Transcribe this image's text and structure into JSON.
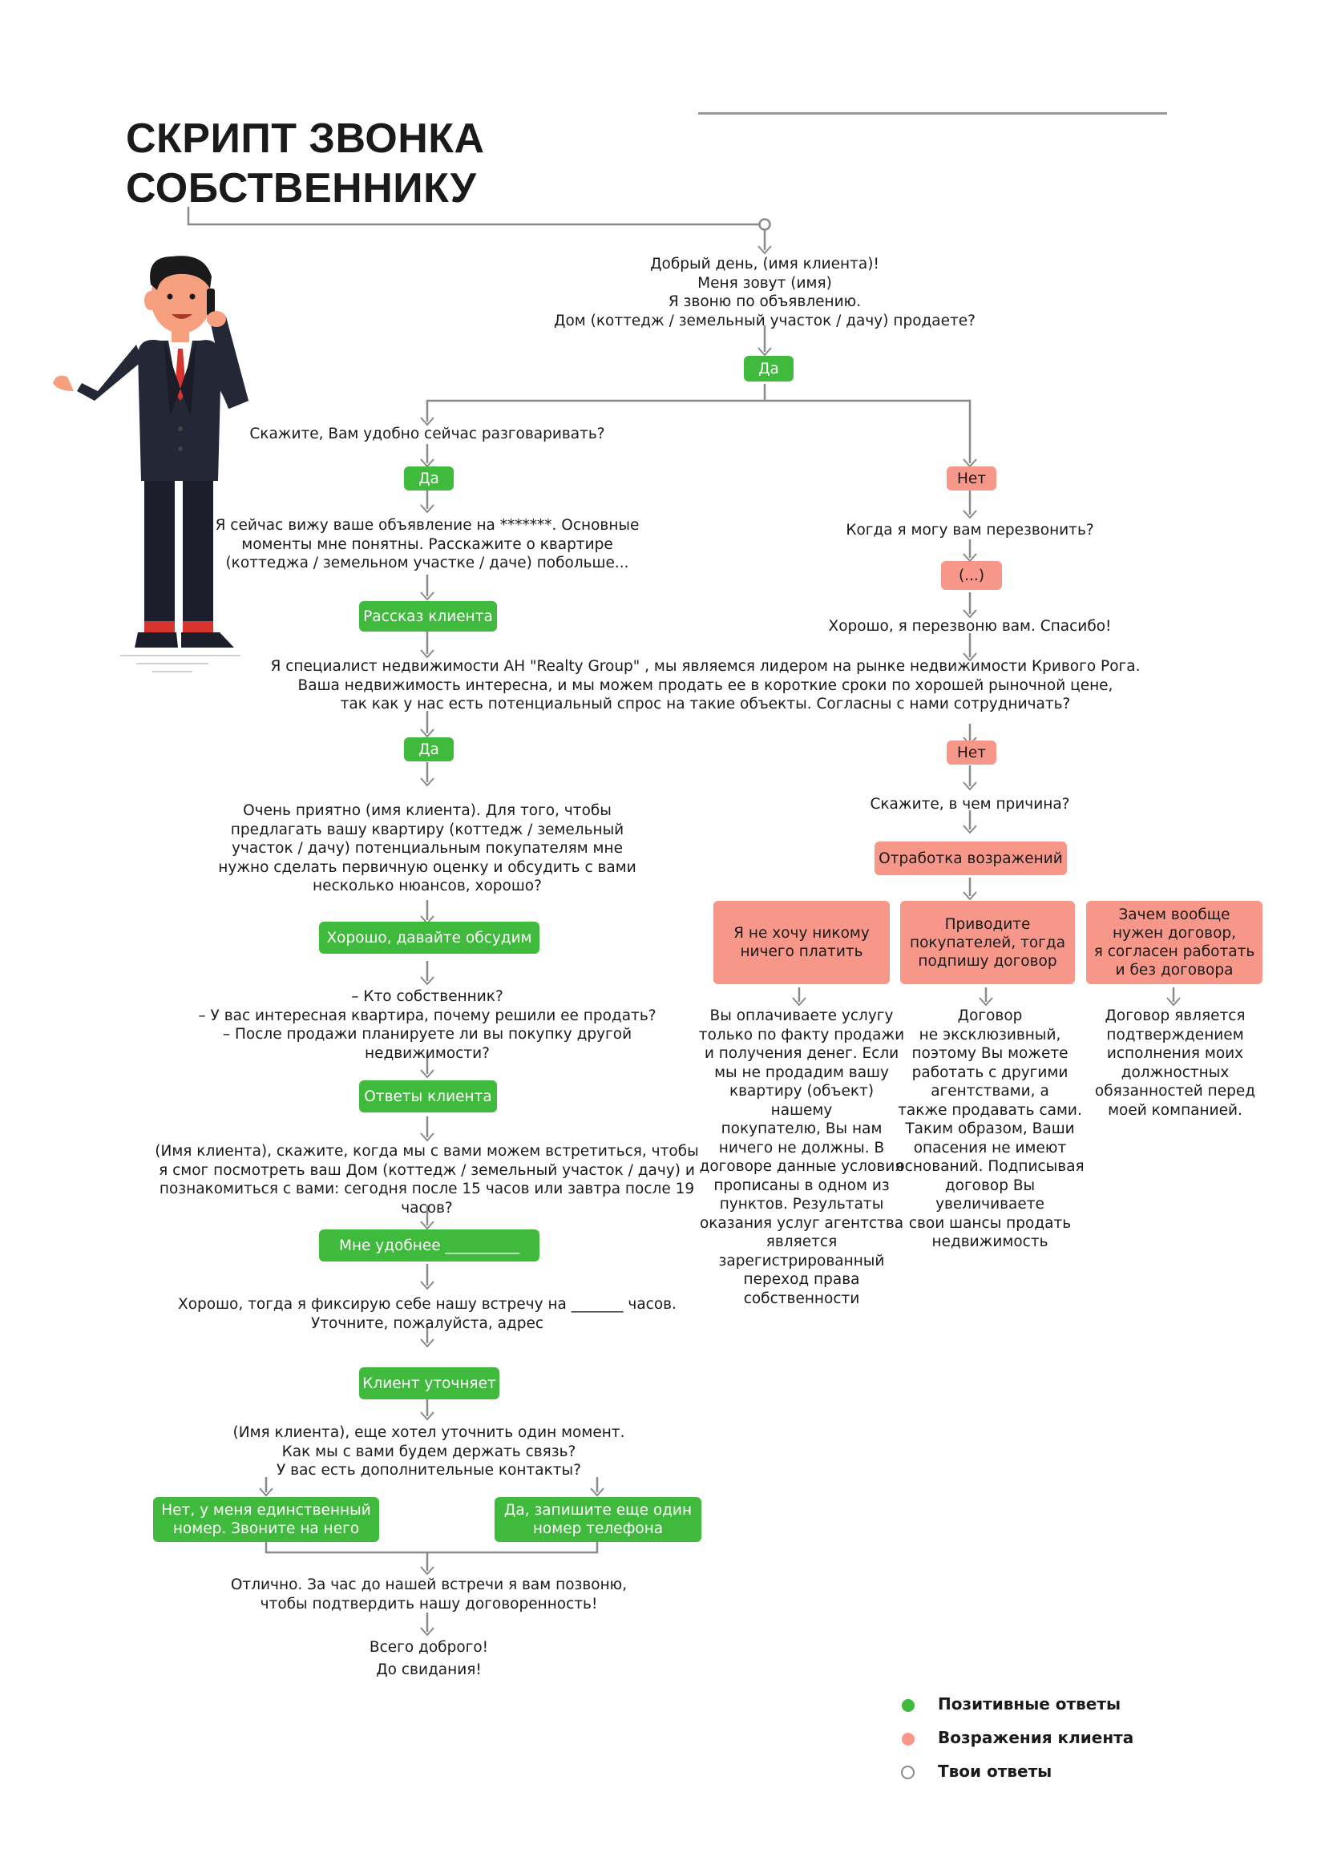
{
  "title": {
    "line1": "СКРИПТ ЗВОНКА",
    "line2": "СОБСТВЕННИКУ"
  },
  "colors": {
    "positive": "#3fba3c",
    "objection": "#f6978a",
    "line": "#8a8a8a"
  },
  "nodes": {
    "greeting": "Добрый день, (имя клиента)!\nМеня зовут (имя)\nЯ звоню по объявлению.\nДом (коттедж / земельный участок / дачу) продаете?",
    "yes1": "Да",
    "convenient": "Скажите, Вам удобно сейчас разговаривать?",
    "yes2": "Да",
    "no1": "Нет",
    "see_ad": "Я сейчас вижу ваше объявление на *******. Основные\nмоменты мне понятны. Расскажите о квартире\n(коттеджа / земельном участке / даче) побольше...",
    "when_call": "Когда я могу вам перезвонить?",
    "dots": "(...)",
    "client_story": "Рассказ  клиента",
    "callback": "Хорошо, я перезвоню вам. Спасибо!",
    "specialist": "Я специалист недвижимости    АН \"Realty Group\" , мы являемся лидером на рынке недвижимости Кривого Рога.\nВаша недвижимость интересна, и мы можем продать ее в короткие сроки по хорошей рыночной цене,\nтак как у нас есть потенциальный спрос на такие объекты. Согласны с нами сотрудничать?",
    "yes3": "Да",
    "no2": "Нет",
    "nice": "Очень приятно (имя клиента). Для того, чтобы\nпредлагать вашу квартиру (коттедж / земельный\nучасток / дачу) потенциальным покупателям мне\nнужно сделать первичную оценку и обсудить с вами\nнесколько нюансов, хорошо?",
    "reason": "Скажите, в чем причина?",
    "objection_handling": "Отработка возражений",
    "ok_discuss": "Хорошо, давайте обсудим",
    "obj1": "Я не хочу никому\nничего платить",
    "obj2": "Приводите\nпокупателей, тогда\nподпишу договор",
    "obj3": "Зачем вообще\nнужен договор,\nя согласен работать\nи без договора",
    "ans1": "Вы оплачиваете услугу\nтолько по факту продажи\nи получения денег. Если\nмы не продадим вашу\nквартиру (объект) нашему\nпокупателю, Вы нам\nничего не должны. В\nдоговоре данные условия\nпрописаны в одном из\nпунктов. Результаты\nоказания услуг агентства\nявляется\nзарегистрированный\nпереход права\nсобственности",
    "ans2": "Договор\nне эксклюзивный,\nпоэтому Вы можете\nработать с другими\nагентствами, а\nтакже продавать сами.\nТаким образом, Ваши\nопасения не имеют\nоснований. Подписывая\nдоговор Вы\nувеличиваете\nсвои шансы продать\nнедвижимость",
    "ans3": "Договор является\nподтверждением\nисполнения моих\nдолжностных\nобязанностей перед\nмоей компанией.",
    "questions": "– Кто собственник?\n– У вас интересная квартира, почему решили ее продать?\n– После продажи планируете ли вы покупку другой недвижимости?",
    "client_answers": "Ответы клиента",
    "meet": "(Имя клиента), скажите, когда мы с вами можем встретиться, чтобы\nя смог посмотреть ваш Дом (коттедж / земельный участок / дачу) и\nпознакомиться с вами: сегодня после 15 часов или завтра после 19 часов?",
    "convenient_time": "Мне удобнее __________",
    "fix_meet": "Хорошо, тогда я фиксирую себе нашу встречу на _______ часов.\nУточните, пожалуйста, адрес",
    "client_clarifies": "Клиент уточняет",
    "contacts": "(Имя клиента), еще хотел уточнить один момент.\nКак мы с вами будем держать связь?\nУ вас есть дополнительные контакты?",
    "only_number": "Нет, у меня единственный\nномер. Звоните на него",
    "another_number": "Да, запишите еще один\nномер телефона",
    "excellent": "Отлично. За час до нашей встречи я вам позвоню,\nчтобы подтвердить нашу договоренность!",
    "goodbye": "Всего доброго!\nДо свидания!"
  },
  "legend": {
    "positive": "Позитивные ответы",
    "objection": "Возражения клиента",
    "yours": "Твои ответы"
  }
}
